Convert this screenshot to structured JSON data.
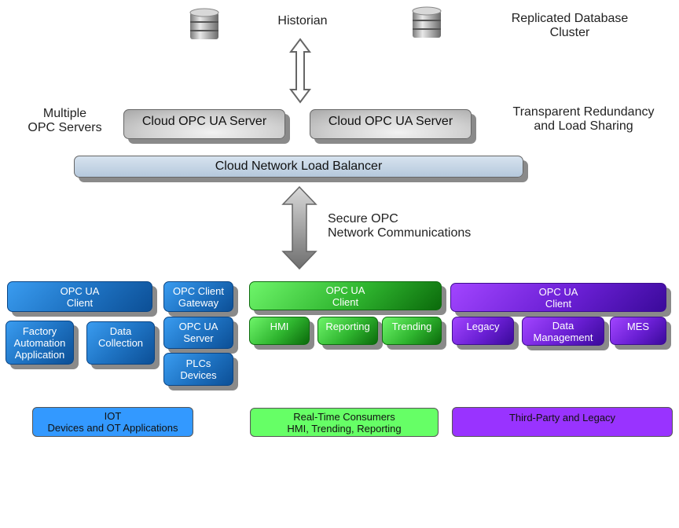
{
  "top": {
    "historian_label": "Historian",
    "replicated_label": "Replicated Database\nCluster",
    "multiple_servers_label": "Multiple\nOPC Servers",
    "redundancy_label": "Transparent Redundancy\nand Load Sharing"
  },
  "servers": [
    {
      "label": "Cloud OPC UA Server"
    },
    {
      "label": "Cloud OPC UA Server"
    }
  ],
  "load_balancer": {
    "label": "Cloud Network Load Balancer"
  },
  "secure_comm_label": "Secure OPC\nNetwork Communications",
  "groups": {
    "iot": {
      "color": "#3399ff",
      "client": "OPC UA\nClient",
      "gateway": "OPC Client\nGateway",
      "server": "OPC UA\nServer",
      "plcs": "PLCs\nDevices",
      "factory": "Factory\nAutomation\nApplication",
      "data_collection": "Data\nCollection",
      "legend": "IOT\nDevices and OT Applications"
    },
    "realtime": {
      "color": "#66ff66",
      "client": "OPC UA\nClient",
      "items": [
        "HMI",
        "Reporting",
        "Trending"
      ],
      "legend": "Real-Time Consumers\nHMI, Trending, Reporting"
    },
    "thirdparty": {
      "color": "#9933ff",
      "client": "OPC UA\nClient",
      "items": [
        "Legacy",
        "Data\nManagement",
        "MES"
      ],
      "legend": "Third-Party and Legacy"
    }
  }
}
